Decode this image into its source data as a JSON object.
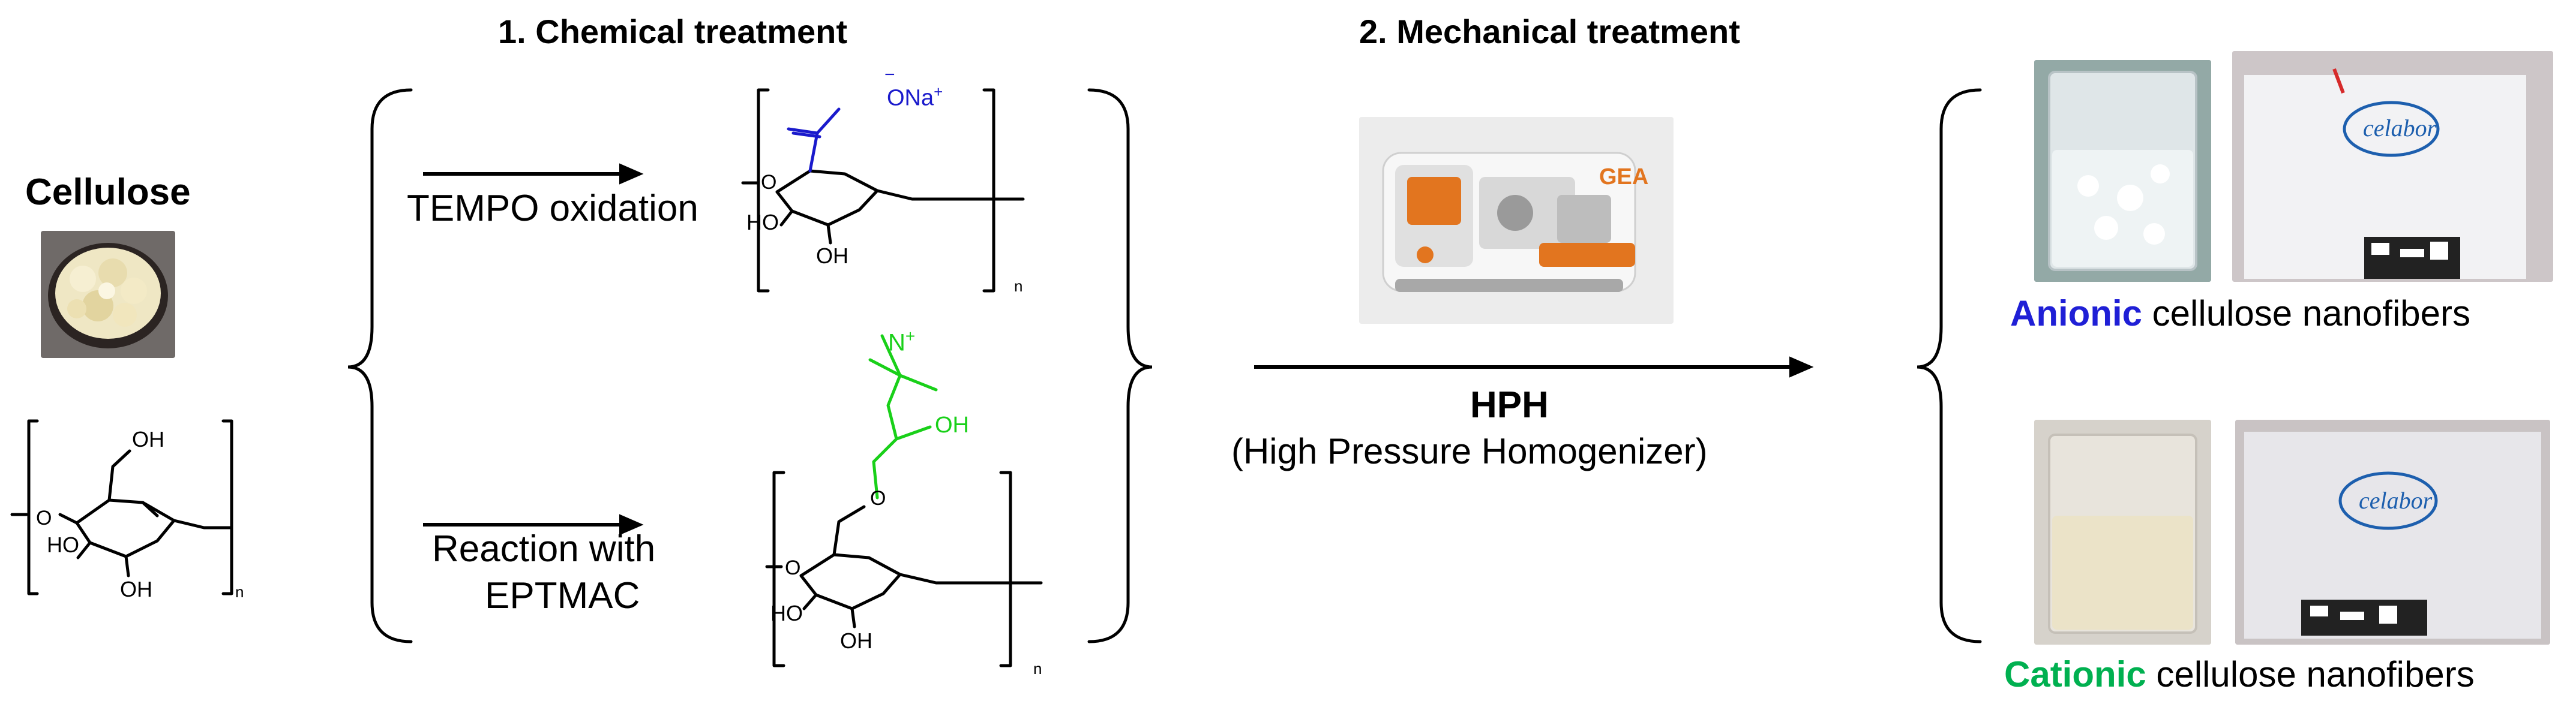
{
  "headings": {
    "chemical": "1. Chemical  treatment",
    "mechanical": "2. Mechanical treatment"
  },
  "cellulose": {
    "title": "Cellulose",
    "oh_top": "OH",
    "ho_left": "HO",
    "oh_bottom": "OH",
    "n": "n"
  },
  "routes": {
    "tempo": "TEMPO oxidation",
    "eptmac_line1": "Reaction with",
    "eptmac_line2": "EPTMAC"
  },
  "tempo_product": {
    "o_na": "ONa",
    "minus": "−",
    "plus": "+",
    "ho": "HO",
    "oh": "OH",
    "n": "n"
  },
  "cationic_product": {
    "n_plus": "N",
    "plus": "+",
    "oh_side": "OH",
    "o_link": "O",
    "ho": "HO",
    "oh": "OH",
    "n": "n"
  },
  "hph": {
    "title": "HPH",
    "subtitle": "(High Pressure Homogenizer)",
    "machine_logo": "GEA"
  },
  "results": {
    "anionic_word": "Anionic",
    "anionic_rest": " cellulose nanofibers",
    "cationic_word": "Cationic",
    "cationic_rest": " cellulose nanofibers",
    "logo": "celabor"
  },
  "colors": {
    "anionic": "#1f1fd6",
    "cationic": "#00b050",
    "carboxylate": "#1a1acc",
    "cationic_chain": "#19d019"
  }
}
